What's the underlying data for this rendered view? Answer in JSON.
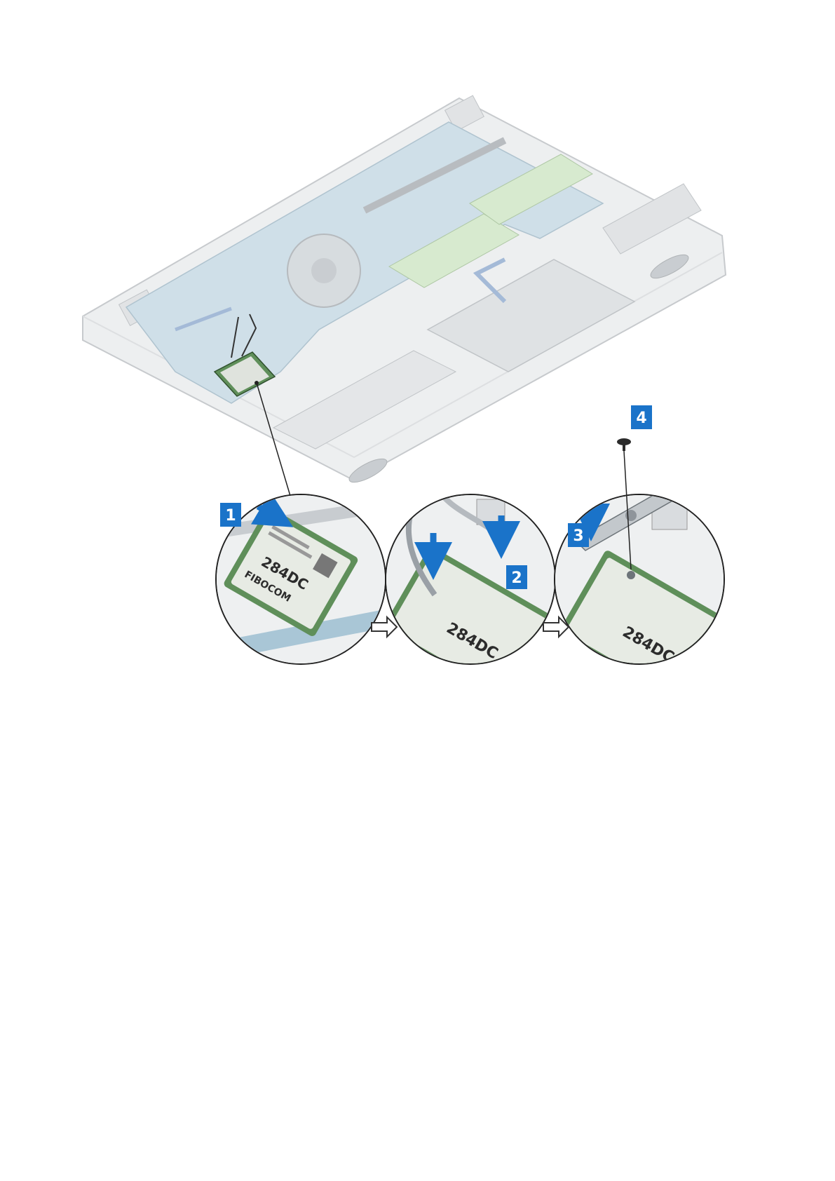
{
  "figure": {
    "steps": [
      {
        "number": "1",
        "color": "#1a73c9"
      },
      {
        "number": "2",
        "color": "#1a73c9"
      },
      {
        "number": "3",
        "color": "#1a73c9"
      },
      {
        "number": "4",
        "color": "#1a73c9"
      }
    ],
    "card_label": "284DC",
    "card_brand": "FIBOCOM",
    "colors": {
      "accent": "#1a73c9",
      "chassis": "#e4e6e8",
      "board": "#a9c6d6",
      "memory": "#b8d9a8",
      "card_pcb": "#5f8f5a"
    },
    "icons": [
      "arrow-right-icon",
      "arrow-right-icon"
    ]
  }
}
